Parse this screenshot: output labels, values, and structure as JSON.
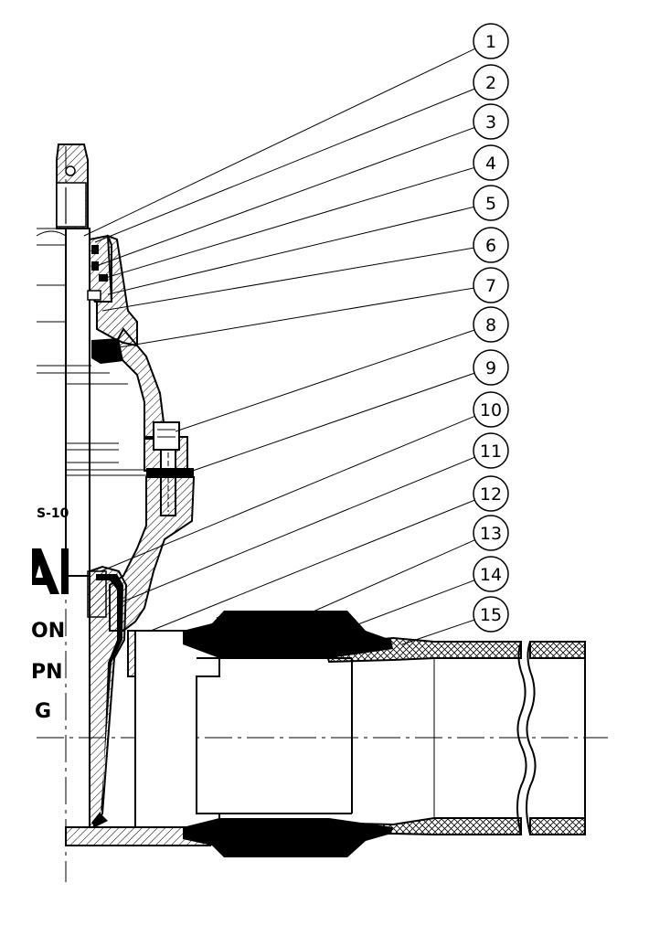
{
  "callouts": [
    {
      "number": "1"
    },
    {
      "number": "2"
    },
    {
      "number": "3"
    },
    {
      "number": "4"
    },
    {
      "number": "5"
    },
    {
      "number": "6"
    },
    {
      "number": "7"
    },
    {
      "number": "8"
    },
    {
      "number": "9"
    },
    {
      "number": "10"
    },
    {
      "number": "11"
    },
    {
      "number": "12"
    },
    {
      "number": "13"
    },
    {
      "number": "14"
    },
    {
      "number": "15"
    }
  ],
  "body_markings": {
    "fragment_1": "S-10",
    "fragment_2": "ON",
    "fragment_3": "PN",
    "fragment_4": "G"
  }
}
